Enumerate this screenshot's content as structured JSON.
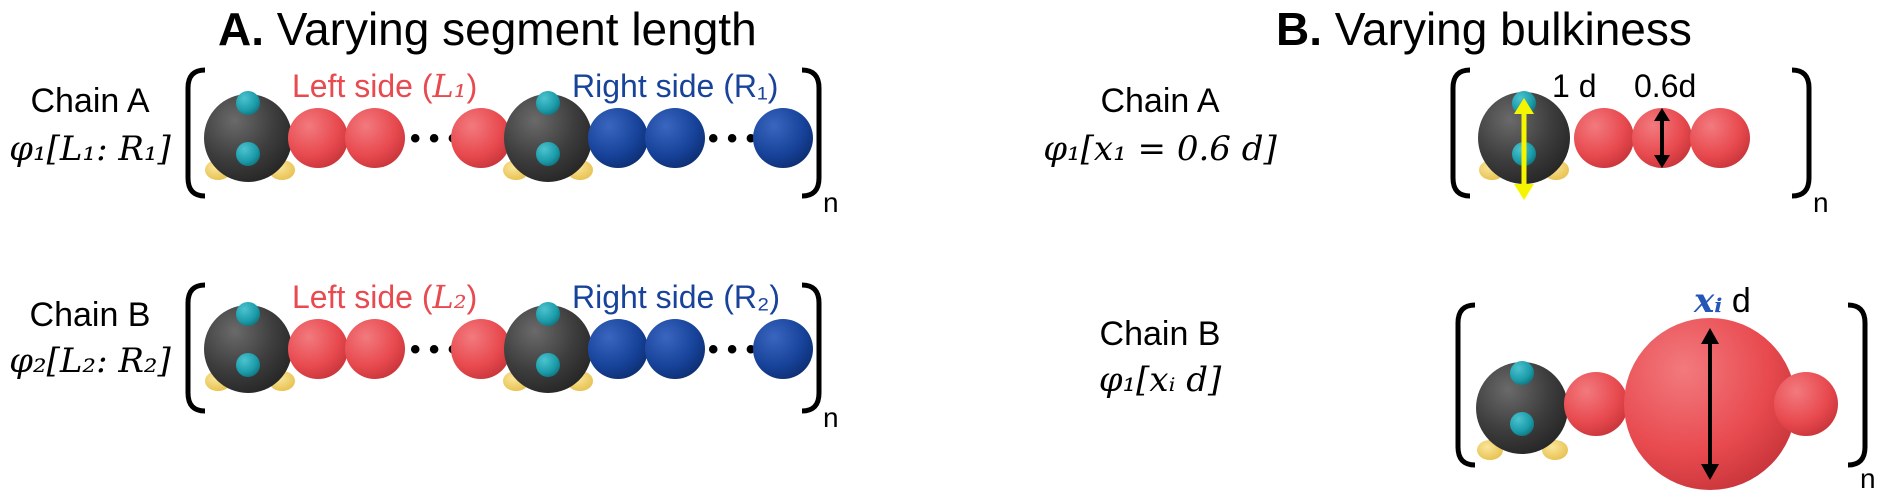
{
  "panel_a": {
    "letter": "A.",
    "title": "Varying segment length",
    "chain_a": {
      "name": "Chain A",
      "formula": "φ₁[L₁: R₁]",
      "left_label": "Left side (",
      "left_var": "L₁",
      "right_label": "Right side (",
      "right_var": "R₁",
      "close": ")",
      "subscript": "n"
    },
    "chain_b": {
      "name": "Chain B",
      "formula": "φ₂[L₂: R₂]",
      "left_label": "Left side (",
      "left_var": "L₂",
      "right_label": "Right side (",
      "right_var": "R₂",
      "close": ")",
      "subscript": "n"
    },
    "ellipsis": "• • •"
  },
  "panel_b": {
    "letter": "B.",
    "title": "Varying bulkiness",
    "chain_a": {
      "name": "Chain A",
      "formula": "φ₁[x₁ = 0.6 d]",
      "head_label": "1 d",
      "bead_label": "0.6d",
      "subscript": "n"
    },
    "chain_b": {
      "name": "Chain B",
      "formula": "φ₁[xᵢ d]",
      "bead_var": "xᵢ",
      "bead_unit": " d",
      "subscript": "n"
    }
  },
  "colors": {
    "head": "#3d3d3d",
    "head_dot": "#1a9aa8",
    "foot": "#f2d06b",
    "left_bead": "#e84a4f",
    "right_bead": "#17439b",
    "left_text": "#e84a4f",
    "right_text": "#17439b",
    "accent_arrow": "#f6f500",
    "var_blue": "#2456b8"
  }
}
